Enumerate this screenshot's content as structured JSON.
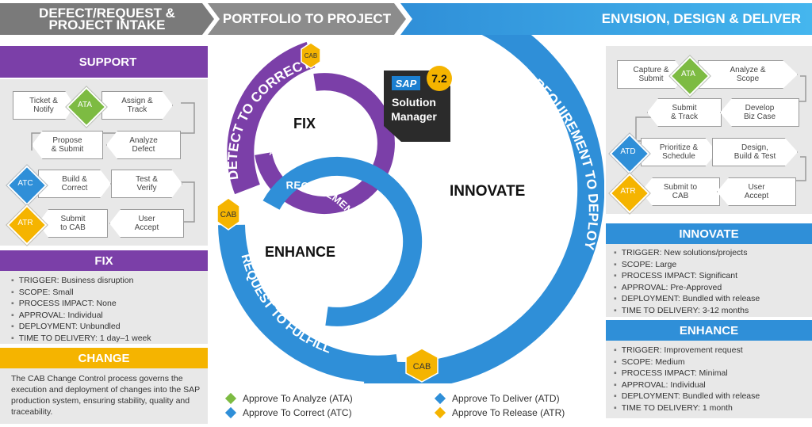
{
  "header": {
    "stage1": "DEFECT/REQUEST & PROJECT INTAKE",
    "stage2": "PORTFOLIO TO PROJECT",
    "stage3": "ENVISION, DESIGN & DELIVER"
  },
  "left": {
    "support_title": "SUPPORT",
    "flow": {
      "ticket_notify": "Ticket & Notify",
      "assign_track": "Assign & Track",
      "propose_submit": "Propose & Submit",
      "analyze_defect": "Analyze Defect",
      "build_correct": "Build & Correct",
      "test_verify": "Test & Verify",
      "submit_cab": "Submit to CAB",
      "user_accept": "User Accept"
    },
    "fix_title": "FIX",
    "fix_items": [
      "TRIGGER: Business disruption",
      "SCOPE: Small",
      "PROCESS IMPACT: None",
      "APPROVAL: Individual",
      "DEPLOYMENT: Unbundled",
      "TIME TO DELIVERY: 1 day–1 week"
    ],
    "change_title": "CHANGE",
    "change_text": "The CAB Change Control process governs the execution and deployment of changes into the SAP production system, ensuring stability, quality and traceability."
  },
  "right": {
    "flow": {
      "capture_submit": "Capture & Submit",
      "analyze_scope": "Analyze & Scope",
      "submit_track": "Submit & Track",
      "develop_biz_case": "Develop Biz Case",
      "prioritize_schedule": "Prioritize & Schedule",
      "design_build_test": "Design, Build & Test",
      "submit_cab": "Submit to CAB",
      "user_accept": "User Accept"
    },
    "innovate_title": "INNOVATE",
    "innovate_items": [
      "TRIGGER: New solutions/projects",
      "SCOPE: Large",
      "PROCESS IMPACT: Significant",
      "APPROVAL: Pre-Approved",
      "DEPLOYMENT: Bundled with release",
      "TIME TO DELIVERY: 3-12 months"
    ],
    "enhance_title": "ENHANCE",
    "enhance_items": [
      "TRIGGER: Improvement request",
      "SCOPE: Medium",
      "PROCESS IMPACT: Minimal",
      "APPROVAL: Individual",
      "DEPLOYMENT: Bundled with release",
      "TIME TO DELIVERY: 1 month"
    ]
  },
  "badges": {
    "ata": "ATA",
    "atc": "ATC",
    "atr": "ATR",
    "atd": "ATD",
    "cab": "CAB"
  },
  "center": {
    "detect_to_correct": "DETECT TO CORRECT",
    "fix": "FIX",
    "req_to_deploy_small": "REQUIREMENT TO DEPLOY",
    "enhance": "ENHANCE",
    "req_to_deploy_mid": "REQUIREMENT TO DEPLOY",
    "request_to_fulfill": "REQUEST TO FULFILL",
    "innovate": "INNOVATE",
    "req_to_deploy_big": "REQUIREMENT TO DEPLOY",
    "logo_sap": "SAP",
    "logo_version": "7.2",
    "logo_line1": "Solution",
    "logo_line2": "Manager"
  },
  "legend": {
    "ata": "Approve To Analyze (ATA)",
    "atc": "Approve To Correct (ATC)",
    "atd": "Approve To Deliver (ATD)",
    "atr": "Approve To Release (ATR)"
  },
  "colors": {
    "purple": "#7b3fa8",
    "blue": "#2f8fd8",
    "green": "#7dbb42",
    "orange": "#f5b400",
    "grey": "#7a7a7a"
  }
}
